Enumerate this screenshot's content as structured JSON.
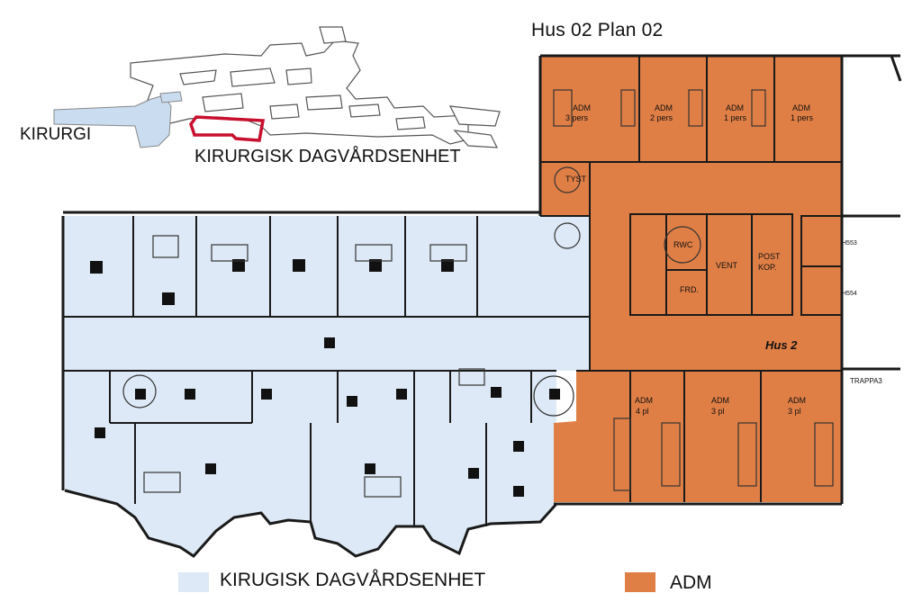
{
  "header": {
    "title": "Hus 02 Plan 02"
  },
  "keymap": {
    "label_kirurgi": "KIRURGI",
    "label_unit": "KIRURGISK DAGVÅRDSENHET"
  },
  "legend": {
    "items": [
      {
        "label": "KIRUGISK DAGVÅRDSENHET",
        "color": "#dde9f6"
      },
      {
        "label": "ADM",
        "color": "#e07f45"
      }
    ]
  },
  "colors": {
    "surgical_day_care": "#dde9f6",
    "administration": "#e07f45",
    "highlight": "#c8102e",
    "wall": "#1a1a1a"
  },
  "plan": {
    "building_label": "Hus 2",
    "rooms": {
      "tyst": "TYST",
      "rwc": "RWC",
      "vent": "VENT",
      "post": "POST",
      "kop": "KOP.",
      "frd": "FRD.",
      "trappa": "TRAPPA3",
      "h553": "H553",
      "h554": "H554",
      "adm_top_1": "ADM",
      "adm_top_1_sub": "3 pers",
      "adm_top_2": "ADM",
      "adm_top_2_sub": "2 pers",
      "adm_top_3": "ADM",
      "adm_top_3_sub": "1 pers",
      "adm_top_4": "ADM",
      "adm_top_4_sub": "1 pers",
      "adm_bot_1": "ADM",
      "adm_bot_1_sub": "4 pl",
      "adm_bot_2": "ADM",
      "adm_bot_2_sub": "3 pl",
      "adm_bot_3": "ADM",
      "adm_bot_3_sub": "3 pl"
    }
  }
}
